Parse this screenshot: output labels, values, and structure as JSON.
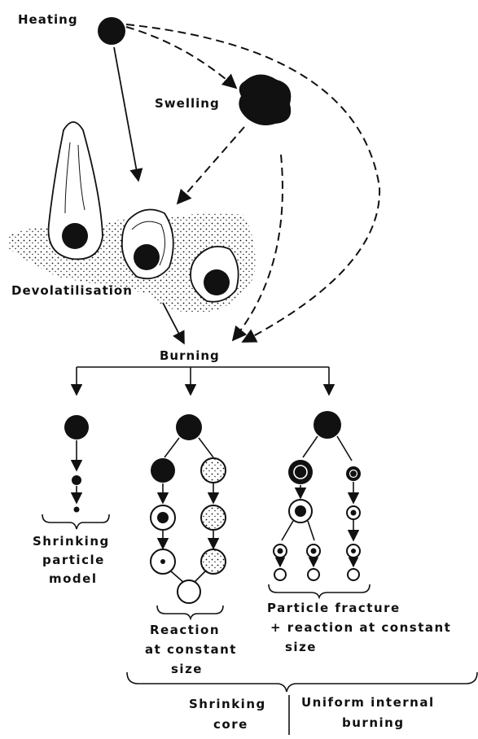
{
  "labels": {
    "heating": "Heating",
    "swelling": "Swelling",
    "devolatilisation": "Devolatilisation",
    "burning": "Burning",
    "shrinking_particle": [
      "Shrinking",
      "particle",
      "model"
    ],
    "reaction_constant": [
      "Reaction",
      "at constant",
      "size"
    ],
    "particle_fracture": [
      "Particle fracture",
      "+ reaction at constant",
      "size"
    ],
    "shrinking_core": [
      "Shrinking",
      "core"
    ],
    "uniform_internal": [
      "Uniform internal",
      "burning"
    ]
  },
  "colors": {
    "ink": "#111111",
    "paper": "#ffffff"
  }
}
